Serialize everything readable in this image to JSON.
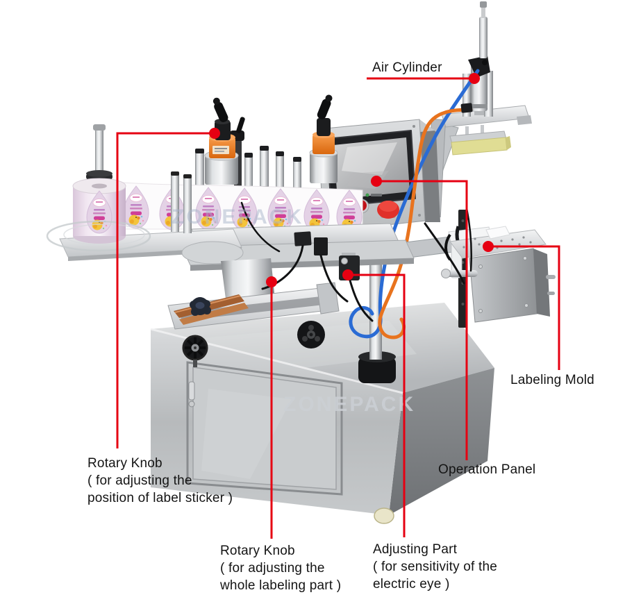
{
  "figure": {
    "type": "annotated-machine-diagram",
    "subject": "double-side labeling machine"
  },
  "callouts": {
    "air_cylinder": {
      "label": "Air Cylinder"
    },
    "rotary_knob_label_position": {
      "line1": "Rotary Knob",
      "line2": "( for adjusting the",
      "line3": "position of label sticker )"
    },
    "rotary_knob_whole_part": {
      "line1": "Rotary Knob",
      "line2": "( for adjusting the",
      "line3": "whole labeling part )"
    },
    "adjusting_part": {
      "line1": "Adjusting Part",
      "line2": "( for sensitivity of the",
      "line3": "electric eye )"
    },
    "operation_panel": {
      "label": "Operation Panel"
    },
    "labeling_mold": {
      "label": "Labeling Mold"
    }
  },
  "watermarks": {
    "upper": "ZONEPACK",
    "lower": "ZONEPACK"
  },
  "colors": {
    "callout_red": "#e60012",
    "text_black": "#141414",
    "machine_orange_knob": "#ed7d20",
    "tube_blue": "#2a6bd4",
    "tube_orange": "#e8731e",
    "label_pink": "#e4d2e6",
    "duck_yellow": "#f3c43c",
    "emergency_button_red": "#e0302a",
    "sponge_yellow": "#e0dd94",
    "stainless_gray": "#c6c9cc"
  }
}
